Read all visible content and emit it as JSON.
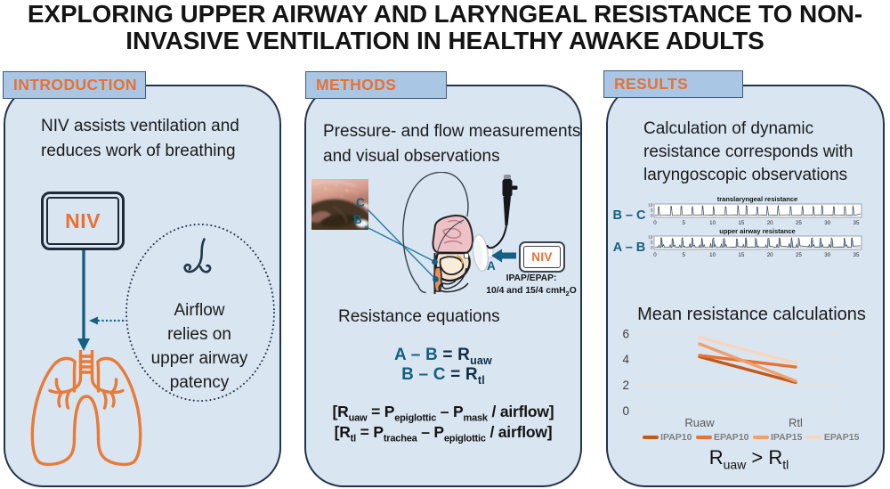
{
  "title": {
    "line1": "EXPLORING UPPER AIRWAY AND LARYNGEAL RESISTANCE TO NON-",
    "line2": "INVASIVE VENTILATION IN HEALTHY AWAKE ADULTS"
  },
  "colors": {
    "accent_orange": "#e97132",
    "accent_teal": "#156082",
    "navy_equation": "#0c2f43",
    "panel_fill": "#d9e5f1",
    "panel_border": "#22334d",
    "tab_fill": "#a9c6e5",
    "tab_border": "#3c5c80"
  },
  "intro": {
    "header": "INTRODUCTION",
    "lead_line1": "NIV assists ventilation and",
    "lead_line2": "reduces work of breathing",
    "device_label": "NIV",
    "note_line1": "Airflow",
    "note_line2": "relies on",
    "note_line3": "upper airway",
    "note_line4": "patency"
  },
  "methods": {
    "header": "METHODS",
    "lead_line1": "Pressure- and flow measurements",
    "lead_line2": "and visual observations",
    "label_a": "A",
    "label_b": "B",
    "label_c": "C",
    "device_label": "NIV",
    "pressure_line1": "IPAP/EPAP:",
    "pressure_line2_pre": "10/4 and 15/4 cmH",
    "pressure_line2_sub": "2",
    "pressure_line2_post": "O",
    "equations_title": "Resistance equations",
    "eq1": {
      "lhs": "A – B",
      "rhs_pre": " = R",
      "rhs_sub": "uaw"
    },
    "eq2": {
      "lhs": "B – C",
      "rhs_pre": " = R",
      "rhs_sub": "tl"
    },
    "eqb1": {
      "p0": "[R",
      "s0": "uaw",
      "p1": " = P",
      "s1": "epiglottic",
      "p2": " – P",
      "s2": "mask",
      "p3": " / airflow]"
    },
    "eqb2": {
      "p0": "[R",
      "s0": "tl",
      "p1": " = P",
      "s1": "trachea",
      "p2": " – P",
      "s2": "epiglottic",
      "p3": " / airflow]"
    }
  },
  "results": {
    "header": "RESULTS",
    "lead_line1": "Calculation of dynamic",
    "lead_line2": "resistance corresponds with",
    "lead_line3": "laryngoscopic observations",
    "mean_title": "Mean resistance calculations",
    "conclusion": {
      "p0": "R",
      "s0": "uaw",
      "p1": " > R",
      "s1": "tl"
    }
  },
  "chart_data": [
    {
      "id": "strip_translaryngeal",
      "type": "line",
      "title": "translaryngeal resistance",
      "series_label": "B – C",
      "xlim": [
        0,
        35
      ],
      "xticks": [
        0,
        5,
        10,
        15,
        20,
        25,
        30,
        35
      ],
      "yticks": [
        10,
        5,
        0
      ],
      "description": "breath-by-breath translaryngeal resistance trace over 35 s with a sharp spike at each breath",
      "breaths": 19,
      "seed": 7,
      "style": "sparse"
    },
    {
      "id": "strip_upper_airway",
      "type": "line",
      "title": "upper airway resistance",
      "series_label": "A – B",
      "xlim": [
        0,
        35
      ],
      "xticks": [
        0,
        5,
        10,
        15,
        20,
        25,
        30,
        35
      ],
      "yticks": [
        10,
        5,
        0
      ],
      "description": "breath-by-breath upper airway resistance trace over 35 s with a sharp spike at each breath",
      "breaths": 19,
      "seed": 13,
      "style": "dense"
    },
    {
      "id": "mean_resistance",
      "type": "line",
      "title": "Mean resistance calculations",
      "categories": [
        "Ruaw",
        "Rtl"
      ],
      "series": [
        {
          "name": "IPAP10",
          "values": [
            4.2,
            2.2
          ],
          "color": "#bf5a1b"
        },
        {
          "name": "EPAP10",
          "values": [
            4.3,
            3.4
          ],
          "color": "#e97132"
        },
        {
          "name": "IPAP15",
          "values": [
            5.2,
            2.3
          ],
          "color": "#f1a06c"
        },
        {
          "name": "EPAP15",
          "values": [
            5.7,
            3.7
          ],
          "color": "#f8d5bd"
        }
      ],
      "ylim": [
        0,
        6
      ],
      "yticks": [
        0,
        2,
        4,
        6
      ],
      "grid": true,
      "legend_position": "bottom"
    }
  ]
}
